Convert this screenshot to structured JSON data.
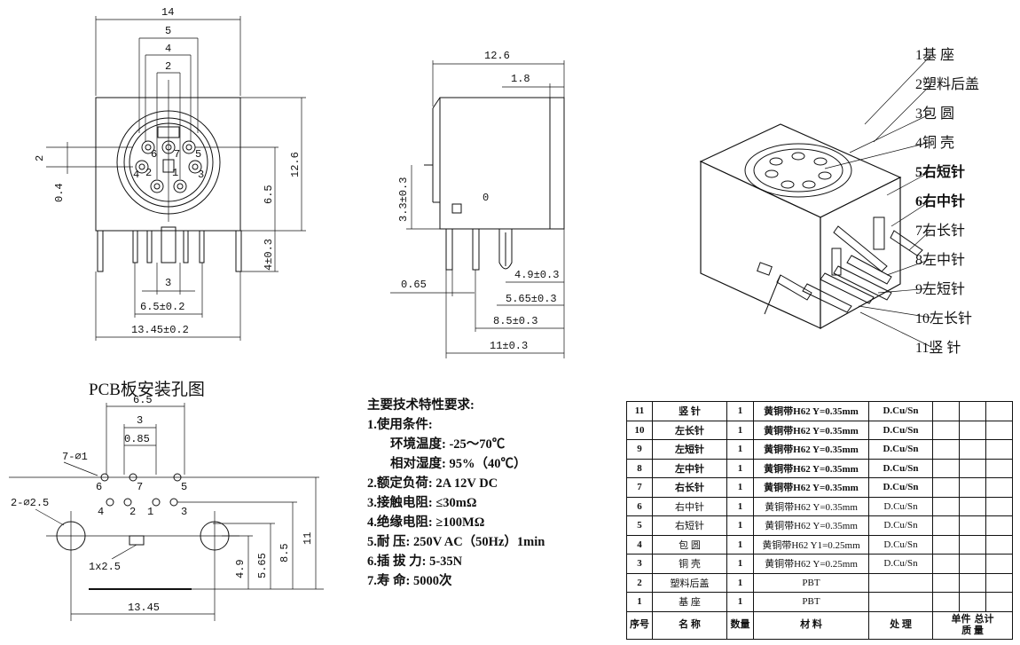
{
  "front_view": {
    "dims": {
      "width_14": "14",
      "d5": "5",
      "d4": "4",
      "d2": "2",
      "h12_6": "12.6",
      "d6_5": "6.5",
      "d2_left": "2",
      "d0_4": "0.4",
      "d4_pm": "4±0.3",
      "d3": "3",
      "d6_5_pm": "6.5±0.2",
      "d13_45_pm": "13.45±0.2"
    },
    "pins": [
      "6",
      "7",
      "5",
      "3",
      "4",
      "2",
      "1"
    ]
  },
  "side_view": {
    "dims": {
      "d12_6": "12.6",
      "d1_8": "1.8",
      "d3_3": "3.3±0.3",
      "d0_65": "0.65",
      "d4_9": "4.9±0.3",
      "d5_65": "5.65±0.3",
      "d8_5": "8.5±0.3",
      "d11": "11±0.3"
    },
    "mark": "0"
  },
  "parts_labels": [
    {
      "text": "1基  座",
      "bold": false
    },
    {
      "text": "2塑料后盖",
      "bold": false
    },
    {
      "text": "3包  圆",
      "bold": false
    },
    {
      "text": "4铜  壳",
      "bold": false
    },
    {
      "text": "5右短针",
      "bold": true
    },
    {
      "text": "6右中针",
      "bold": true
    },
    {
      "text": "7右长针",
      "bold": false
    },
    {
      "text": "8左中针",
      "bold": false
    },
    {
      "text": "9左短针",
      "bold": false
    },
    {
      "text": "10左长针",
      "bold": false
    },
    {
      "text": "11竖  针",
      "bold": false
    }
  ],
  "pcb": {
    "title": "PCB板安装孔图",
    "dims": {
      "d6_5": "6.5",
      "d3": "3",
      "d0_85": "0.85",
      "hole_7": "7-⌀1",
      "hole_2": "2-⌀2.5",
      "slot": "1x2.5",
      "d4_9": "4.9",
      "d5_65": "5.65",
      "d8_5": "8.5",
      "d11": "11",
      "d13_45": "13.45"
    },
    "pins": [
      "6",
      "7",
      "5",
      "4",
      "2",
      "1",
      "3"
    ]
  },
  "specs": {
    "title": "主要技术特性要求:",
    "rows": [
      {
        "text": "1.使用条件:",
        "indent": false
      },
      {
        "text": "环境温度: -25～70℃",
        "indent": true
      },
      {
        "text": "相对湿度: 95%（40℃）",
        "indent": true
      },
      {
        "text": "2.额定负荷: 2A 12V DC",
        "indent": false
      },
      {
        "text": "3.接触电阻: ≤30mΩ",
        "indent": false
      },
      {
        "text": "4.绝缘电阻: ≥100MΩ",
        "indent": false
      },
      {
        "text": "5.耐    压: 250V AC（50Hz）1min",
        "indent": false
      },
      {
        "text": "6.插 拔 力: 5-35N",
        "indent": false
      },
      {
        "text": "7.寿    命: 5000次",
        "indent": false
      }
    ]
  },
  "bom": {
    "rows": [
      {
        "no": "11",
        "name": "竖 针",
        "qty": "1",
        "mat": "黄铜带H62 Y=0.35mm",
        "proc": "D.Cu/Sn",
        "bold": true
      },
      {
        "no": "10",
        "name": "左长针",
        "qty": "1",
        "mat": "黄铜带H62 Y=0.35mm",
        "proc": "D.Cu/Sn",
        "bold": true
      },
      {
        "no": "9",
        "name": "左短针",
        "qty": "1",
        "mat": "黄铜带H62 Y=0.35mm",
        "proc": "D.Cu/Sn",
        "bold": true
      },
      {
        "no": "8",
        "name": "左中针",
        "qty": "1",
        "mat": "黄铜带H62 Y=0.35mm",
        "proc": "D.Cu/Sn",
        "bold": true
      },
      {
        "no": "7",
        "name": "右长针",
        "qty": "1",
        "mat": "黄铜带H62 Y=0.35mm",
        "proc": "D.Cu/Sn",
        "bold": true
      },
      {
        "no": "6",
        "name": "右中针",
        "qty": "1",
        "mat": "黄铜带H62 Y=0.35mm",
        "proc": "D.Cu/Sn",
        "bold": false
      },
      {
        "no": "5",
        "name": "右短针",
        "qty": "1",
        "mat": "黄铜带H62 Y=0.35mm",
        "proc": "D.Cu/Sn",
        "bold": false
      },
      {
        "no": "4",
        "name": "包 圆",
        "qty": "1",
        "mat": "黄铜带H62 Y1=0.25mm",
        "proc": "D.Cu/Sn",
        "bold": false
      },
      {
        "no": "3",
        "name": "铜 壳",
        "qty": "1",
        "mat": "黄铜带H62 Y=0.25mm",
        "proc": "D.Cu/Sn",
        "bold": false
      },
      {
        "no": "2",
        "name": "塑料后盖",
        "qty": "1",
        "mat": "PBT",
        "proc": "",
        "bold": false
      },
      {
        "no": "1",
        "name": "基 座",
        "qty": "1",
        "mat": "PBT",
        "proc": "",
        "bold": false
      }
    ],
    "header": {
      "no": "序号",
      "name": "名  称",
      "qty": "数量",
      "mat": "材  料",
      "proc": "处  理",
      "unit": "单件",
      "total": "总计",
      "quality": "质  量"
    }
  }
}
